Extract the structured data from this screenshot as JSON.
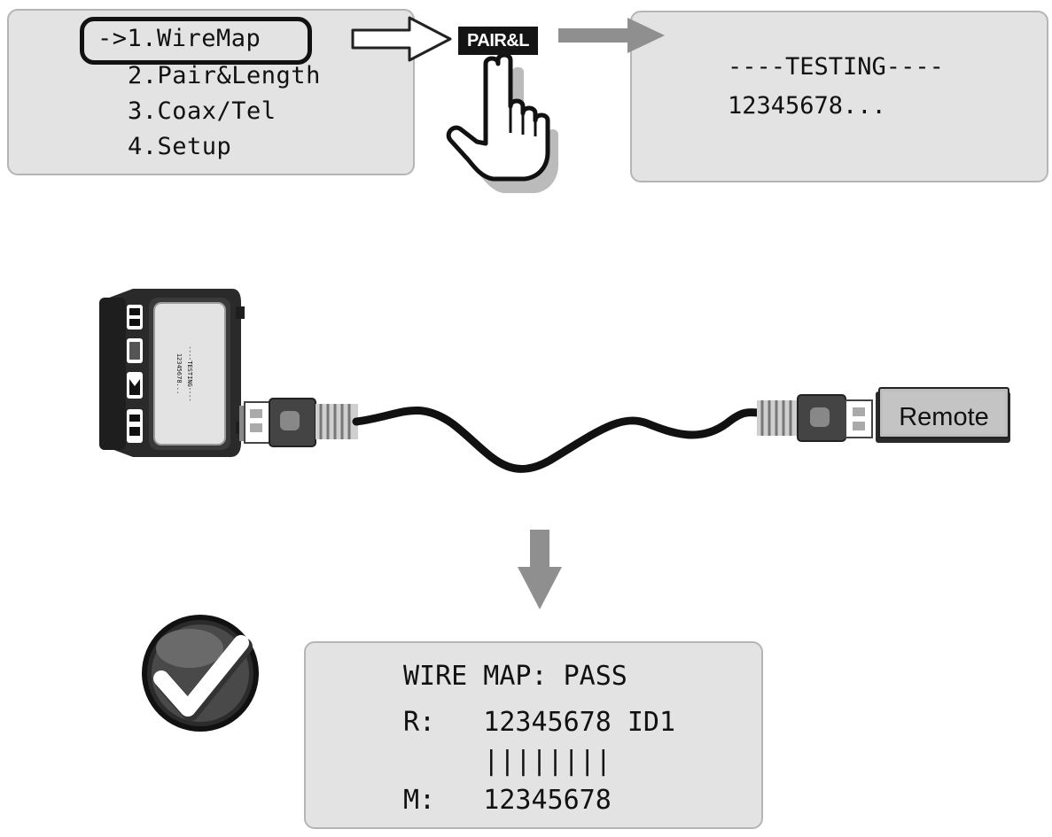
{
  "menu_screen": {
    "items": [
      {
        "label": "->1.WireMap",
        "selected": true
      },
      {
        "label": "2.Pair&Length",
        "selected": false
      },
      {
        "label": "3.Coax/Tel",
        "selected": false
      },
      {
        "label": "4.Setup",
        "selected": false
      }
    ]
  },
  "button": {
    "label": "PAIR&L"
  },
  "testing_screen": {
    "line1": "----TESTING----",
    "line2": "12345678..."
  },
  "tester_device": {
    "screen_line1": "----TESTING----",
    "screen_line2": "12345678..."
  },
  "remote": {
    "label": "Remote"
  },
  "result_screen": {
    "line1": "WIRE MAP: PASS",
    "line2": "R:   12345678 ID1",
    "line3": "     ||||||||",
    "line4": "M:   12345678"
  },
  "status": {
    "icon": "checkmark-icon"
  },
  "colors": {
    "lcd_background": "#e3e3e3",
    "arrow_gray": "#8f8f8f",
    "device_dark": "#2a2a2a"
  }
}
